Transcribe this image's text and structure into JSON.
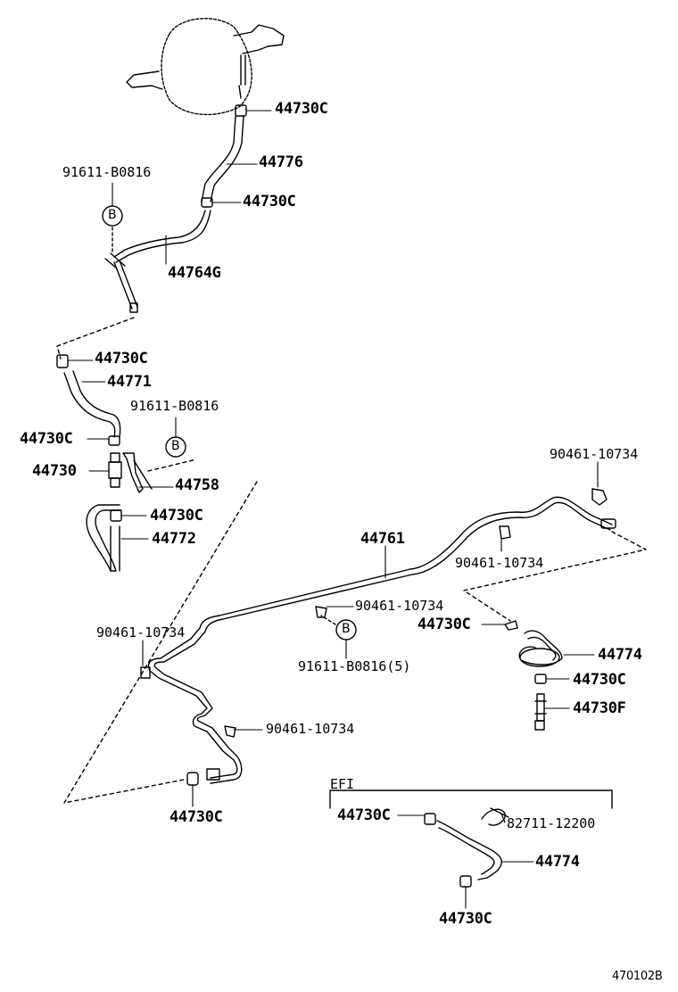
{
  "labels": {
    "l01": "44730C",
    "l02": "44776",
    "l03": "91611-B0816",
    "l04": "44730C",
    "l05": "44764G",
    "l06": "B",
    "l07": "44730C",
    "l08": "44771",
    "l09": "91611-B0816",
    "l10": "44730C",
    "l11": "B",
    "l12": "44730",
    "l13": "44758",
    "l14": "44730C",
    "l15": "44772",
    "l16": "90461-10734",
    "l17": "44761",
    "l18": "90461-10734",
    "l19": "90461-10734",
    "l20": "44730C",
    "l21": "44774",
    "l22": "90461-10734",
    "l23": "B",
    "l24": "91611-B0816(5)",
    "l25": "44730C",
    "l26": "44730F",
    "l27": "90461-10734",
    "l28": "44730C",
    "l29": "EFI",
    "l30": "44730C",
    "l31": "82711-12200",
    "l32": "44774",
    "l33": "44730C",
    "l34": "470102B"
  }
}
